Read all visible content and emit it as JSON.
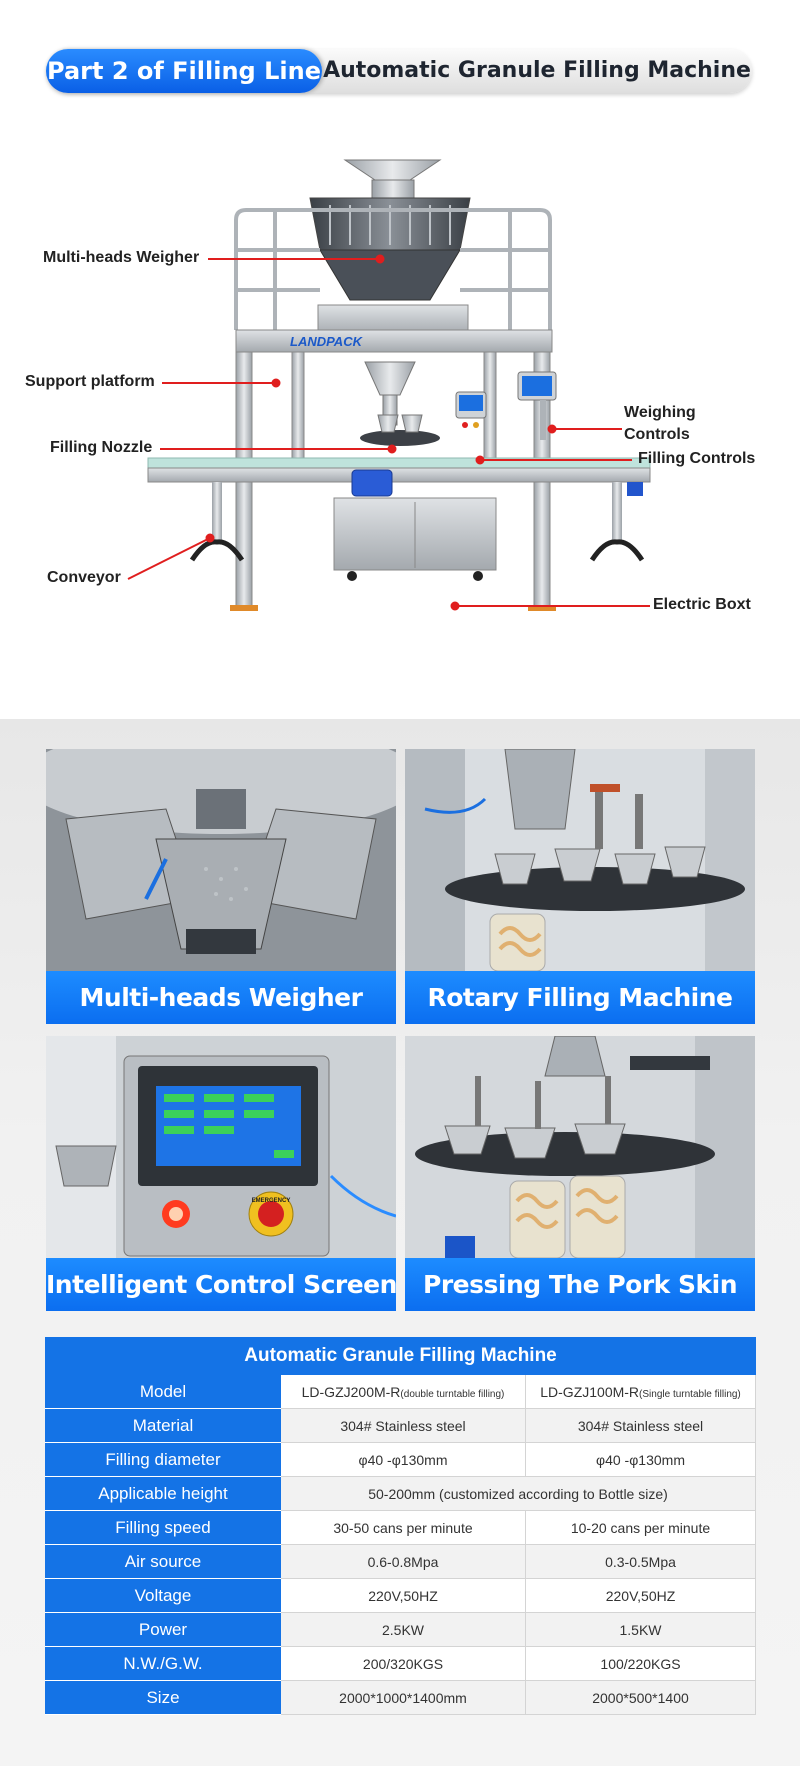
{
  "header": {
    "part_label": "Part 2 of Filling Line",
    "title": "Automatic Granule Filling Machine"
  },
  "diagram": {
    "logo_text": "LANDPACK",
    "callouts": {
      "weigher": "Multi-heads Weigher",
      "platform": "Support platform",
      "nozzle": "Filling Nozzle",
      "conveyor": "Conveyor",
      "weighing_controls": "Weighing Controls",
      "filling_controls": "Filling Controls",
      "electric_box": "Electric Boxt"
    },
    "colors": {
      "callout_line": "#e01e1e",
      "steel": "#c9ccd0",
      "belt": "#bfe3dc"
    }
  },
  "features": [
    {
      "label": "Multi-heads Weigher"
    },
    {
      "label": "Rotary Filling Machine"
    },
    {
      "label": "Intelligent Control Screen",
      "emergency_text": "EMERGENCY"
    },
    {
      "label": "Pressing The Pork Skin"
    }
  ],
  "spec_table": {
    "title": "Automatic Granule Filling Machine",
    "rows": [
      {
        "label": "Model",
        "col1": "LD-GZJ200M-R",
        "col1_note": "(double turntable filling)",
        "col2": "LD-GZJ100M-R",
        "col2_note": "(Single turntable filling)"
      },
      {
        "label": "Material",
        "col1": "304# Stainless steel",
        "col2": "304# Stainless steel"
      },
      {
        "label": "Filling diameter",
        "col1": "φ40 -φ130mm",
        "col2": "φ40 -φ130mm"
      },
      {
        "label": "Applicable height",
        "merged": "50-200mm (customized according to Bottle size)"
      },
      {
        "label": "Filling speed",
        "col1": "30-50 cans per minute",
        "col2": "10-20 cans per minute"
      },
      {
        "label": "Air source",
        "col1": "0.6-0.8Mpa",
        "col2": "0.3-0.5Mpa"
      },
      {
        "label": "Voltage",
        "col1": "220V,50HZ",
        "col2": "220V,50HZ"
      },
      {
        "label": "Power",
        "col1": "2.5KW",
        "col2": "1.5KW"
      },
      {
        "label": "N.W./G.W.",
        "col1": "200/320KGS",
        "col2": "100/220KGS"
      },
      {
        "label": "Size",
        "col1": "2000*1000*1400mm",
        "col2": "2000*500*1400"
      }
    ]
  },
  "colors": {
    "brand_blue": "#1473e6",
    "label_blue": "#1d8cff"
  }
}
